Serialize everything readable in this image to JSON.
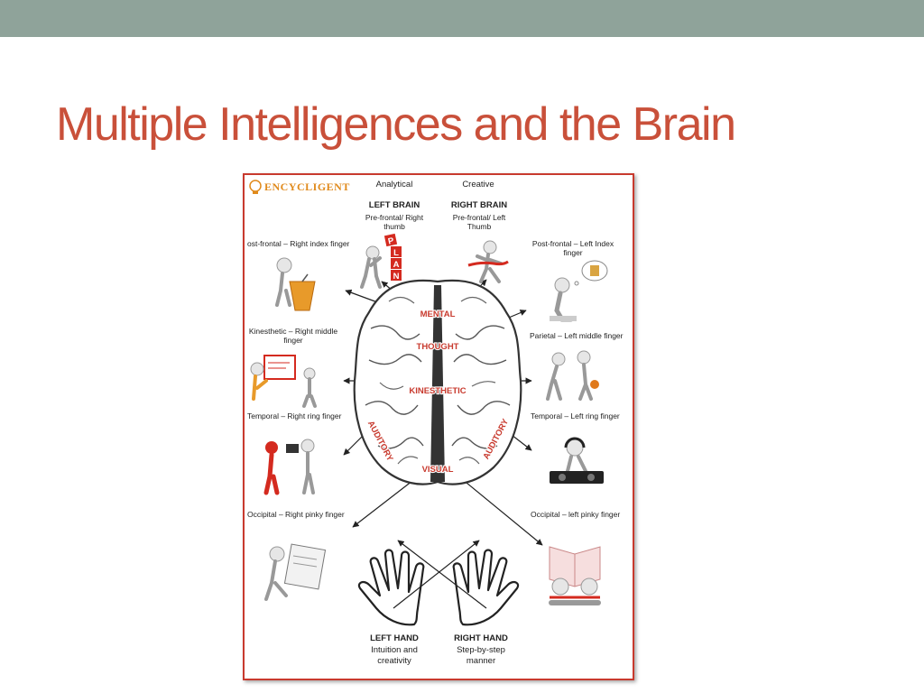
{
  "slide": {
    "title": "Multiple Intelligences and the Brain"
  },
  "poster": {
    "brand": "ENCYCLIGENT",
    "headers": {
      "analytical": "Analytical",
      "creative": "Creative",
      "left_brain": "LEFT BRAIN",
      "left_brain_sub": [
        "Pre-frontal/ Right",
        "thumb"
      ],
      "right_brain": "RIGHT BRAIN",
      "right_brain_sub": [
        "Pre-frontal/ Left",
        "Thumb"
      ]
    },
    "left_labels": {
      "post_frontal": "ost-frontal – Right index finger",
      "kinesthetic": [
        "Kinesthetic – Right middle",
        "finger"
      ],
      "temporal": "Temporal – Right ring finger",
      "occipital": "Occipital – Right pinky finger"
    },
    "right_labels": {
      "post_frontal": [
        "Post-frontal – Left Index",
        "finger"
      ],
      "parietal": "Parietal – Left middle finger",
      "temporal": "Temporal – Left ring finger",
      "occipital": "Occipital – left pinky finger"
    },
    "brain_labels": {
      "mental": "MENTAL",
      "thought": "THOUGHT",
      "kinesthetic": "KINESTHETIC",
      "auditory_left": "AUDITORY",
      "auditory_right": "AUDITORY",
      "visual": "VISUAL"
    },
    "plan_letters": [
      "P",
      "L",
      "A",
      "N"
    ],
    "hands": {
      "left_title": "LEFT HAND",
      "left_sub": [
        "Intuition and",
        "creativity"
      ],
      "right_title": "RIGHT HAND",
      "right_sub": [
        "Step-by-step",
        "manner"
      ]
    }
  },
  "colors": {
    "title": "#c9503a",
    "top_bar": "#8fa39a",
    "poster_border": "#c83a2e",
    "brain_label": "#c83a2e",
    "brand": "#e08a1c"
  }
}
